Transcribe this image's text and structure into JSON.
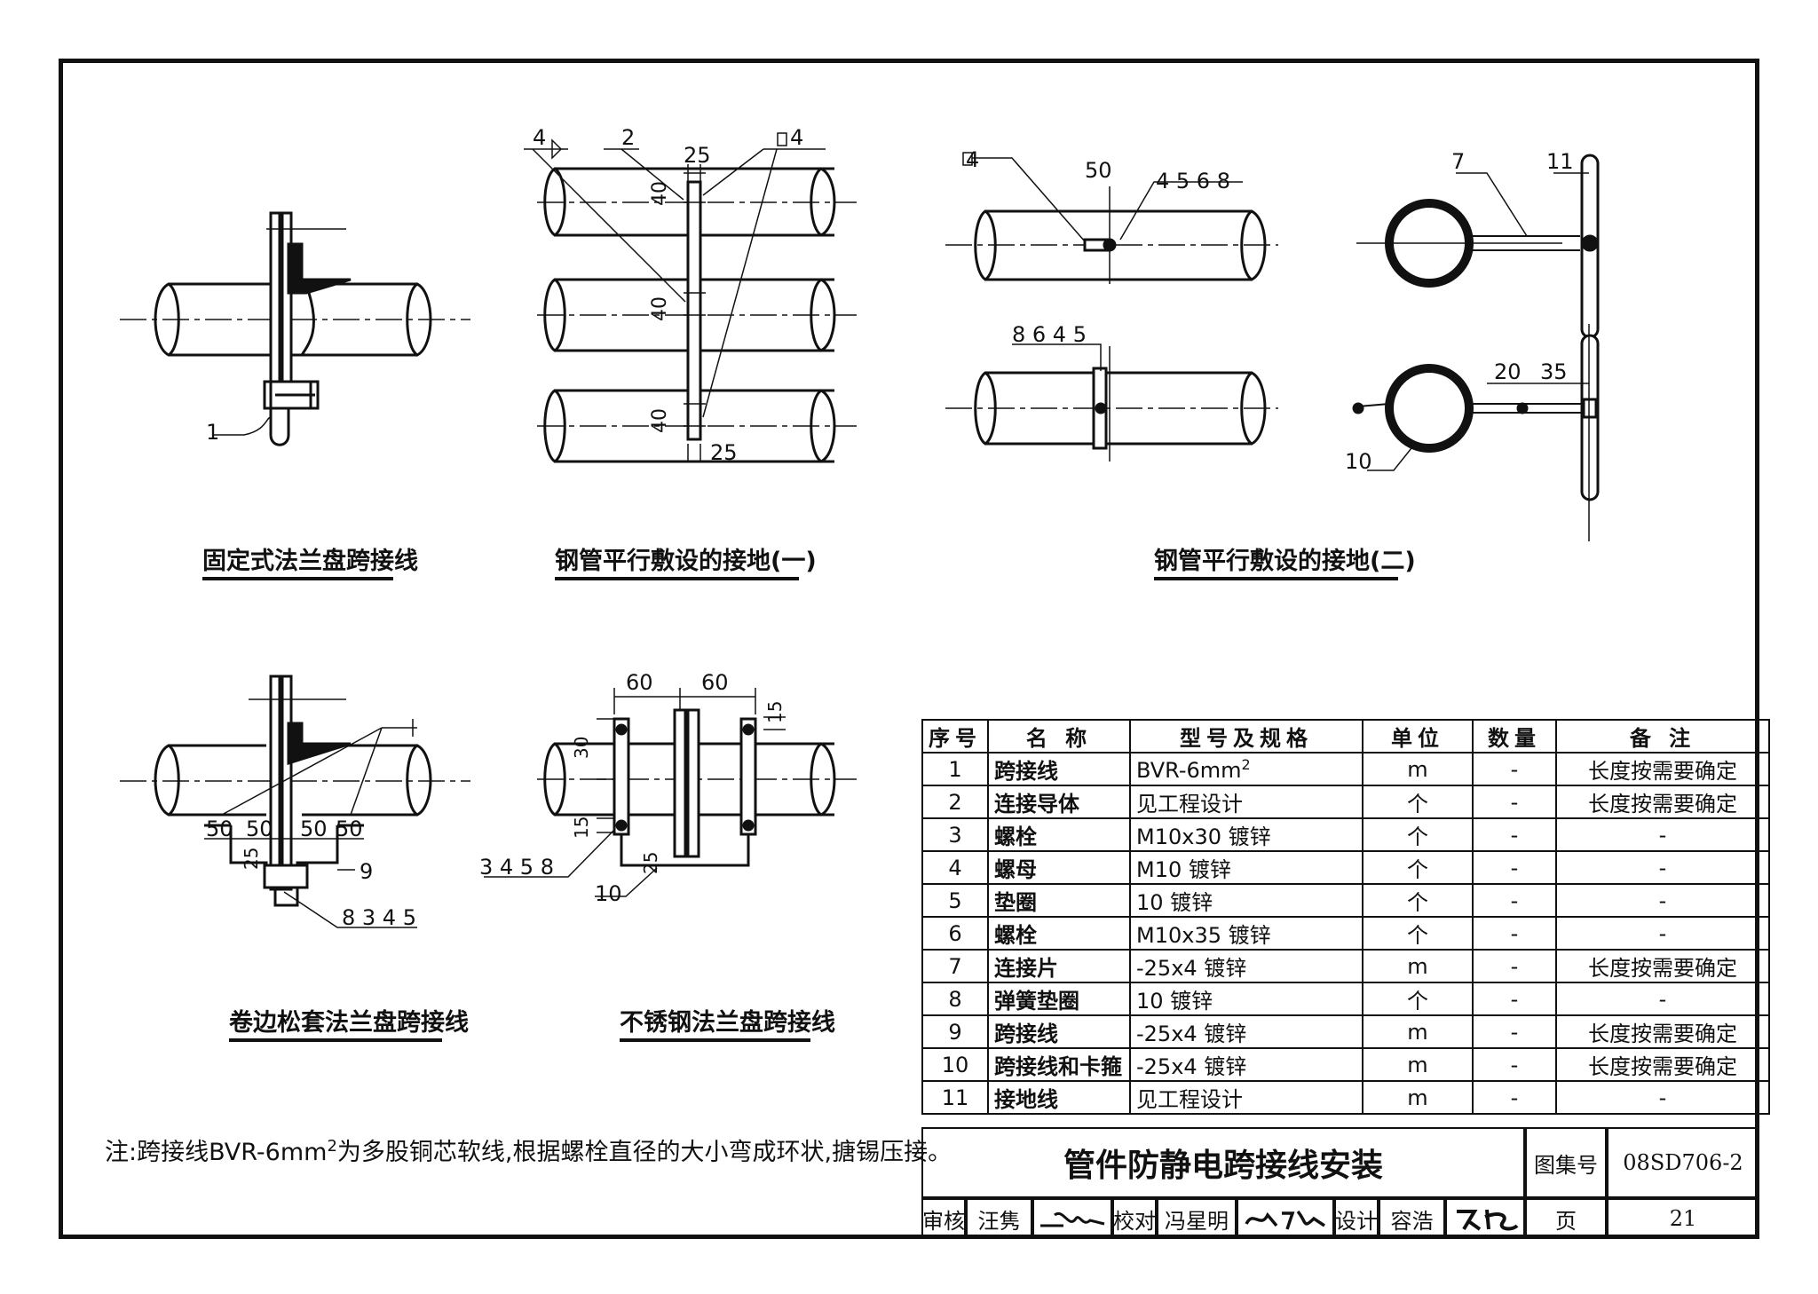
{
  "figures": {
    "fig1": {
      "caption": "固定式法兰盘跨接线",
      "callouts": [
        "1"
      ]
    },
    "fig2": {
      "caption": "钢管平行敷设的接地(一)",
      "callouts": [
        "4",
        "2",
        "25",
        "4",
        "40",
        "40",
        "40",
        "25"
      ]
    },
    "fig3": {
      "caption": "钢管平行敷设的接地(二)",
      "callouts": [
        "4",
        "50",
        "4 5 6 8",
        "8 6 4 5",
        "7",
        "11",
        "20",
        "35",
        "10"
      ]
    },
    "fig4": {
      "caption": "卷边松套法兰盘跨接线",
      "callouts": [
        "50",
        "50",
        "50",
        "50",
        "25",
        "9",
        "8 3 4 5"
      ]
    },
    "fig5": {
      "caption": "不锈钢法兰盘跨接线",
      "callouts": [
        "60",
        "60",
        "15",
        "30",
        "15",
        "25",
        "3 4 5 8",
        "10"
      ]
    }
  },
  "note": {
    "prefix": "注:跨接线BVR-6mm",
    "sup": "2",
    "suffix": "为多股铜芯软线,根据螺栓直径的大小弯成环状,搪锡压接。"
  },
  "bom": {
    "headers": [
      "序号",
      "名 称",
      "型号及规格",
      "单位",
      "数量",
      "备 注"
    ],
    "rows": [
      {
        "no": "1",
        "name": "跨接线",
        "spec": "BVR-6mm",
        "spec_sup": "2",
        "unit": "m",
        "qty": "-",
        "remark": "长度按需要确定"
      },
      {
        "no": "2",
        "name": "连接导体",
        "spec": "见工程设计",
        "spec_sup": "",
        "unit": "个",
        "qty": "-",
        "remark": "长度按需要确定"
      },
      {
        "no": "3",
        "name": "螺栓",
        "spec": "M10x30 镀锌",
        "spec_sup": "",
        "unit": "个",
        "qty": "-",
        "remark": "-"
      },
      {
        "no": "4",
        "name": "螺母",
        "spec": "M10 镀锌",
        "spec_sup": "",
        "unit": "个",
        "qty": "-",
        "remark": "-"
      },
      {
        "no": "5",
        "name": "垫圈",
        "spec": "10 镀锌",
        "spec_sup": "",
        "unit": "个",
        "qty": "-",
        "remark": "-"
      },
      {
        "no": "6",
        "name": "螺栓",
        "spec": "M10x35 镀锌",
        "spec_sup": "",
        "unit": "个",
        "qty": "-",
        "remark": "-"
      },
      {
        "no": "7",
        "name": "连接片",
        "spec": "-25x4 镀锌",
        "spec_sup": "",
        "unit": "m",
        "qty": "-",
        "remark": "长度按需要确定"
      },
      {
        "no": "8",
        "name": "弹簧垫圈",
        "spec": "10 镀锌",
        "spec_sup": "",
        "unit": "个",
        "qty": "-",
        "remark": "-"
      },
      {
        "no": "9",
        "name": "跨接线",
        "spec": "-25x4 镀锌",
        "spec_sup": "",
        "unit": "m",
        "qty": "-",
        "remark": "长度按需要确定"
      },
      {
        "no": "10",
        "name": "跨接线和卡箍",
        "spec": "-25x4 镀锌",
        "spec_sup": "",
        "unit": "m",
        "qty": "-",
        "remark": "长度按需要确定"
      },
      {
        "no": "11",
        "name": "接地线",
        "spec": "见工程设计",
        "spec_sup": "",
        "unit": "m",
        "qty": "-",
        "remark": "-"
      }
    ]
  },
  "titleblock": {
    "title": "管件防静电跨接线安装",
    "atlas_label": "图集号",
    "atlas_no": "08SD706-2",
    "review_label": "审核",
    "reviewer": "汪隽",
    "check_label": "校对",
    "checker": "冯星明",
    "design_label": "设计",
    "designer": "容浩",
    "page_label": "页",
    "page_no": "21"
  }
}
